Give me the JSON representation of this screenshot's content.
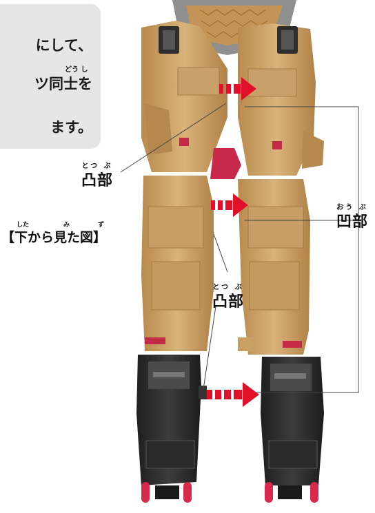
{
  "callout": {
    "line1": "にして、",
    "line2": "ツ同士を",
    "line2_ruby": "どう し",
    "line3": "ます。"
  },
  "labels": {
    "convex_top": {
      "text": "凸部",
      "ruby": "とつ ぶ"
    },
    "concave": {
      "text": "凹部",
      "ruby": "おう ぶ"
    },
    "convex_mid": {
      "text": "凸部",
      "ruby": "とつ ぶ"
    }
  },
  "caption": {
    "text": "【下から見た図】",
    "ruby_1": "した",
    "ruby_2": "み",
    "ruby_3": "ず"
  },
  "colors": {
    "arrow": "#e0102a",
    "body_gold": "#c9a064",
    "body_dark": "#2b2b2b",
    "accent_red": "#c8284a",
    "callout_bg": "#e6e6e6"
  }
}
